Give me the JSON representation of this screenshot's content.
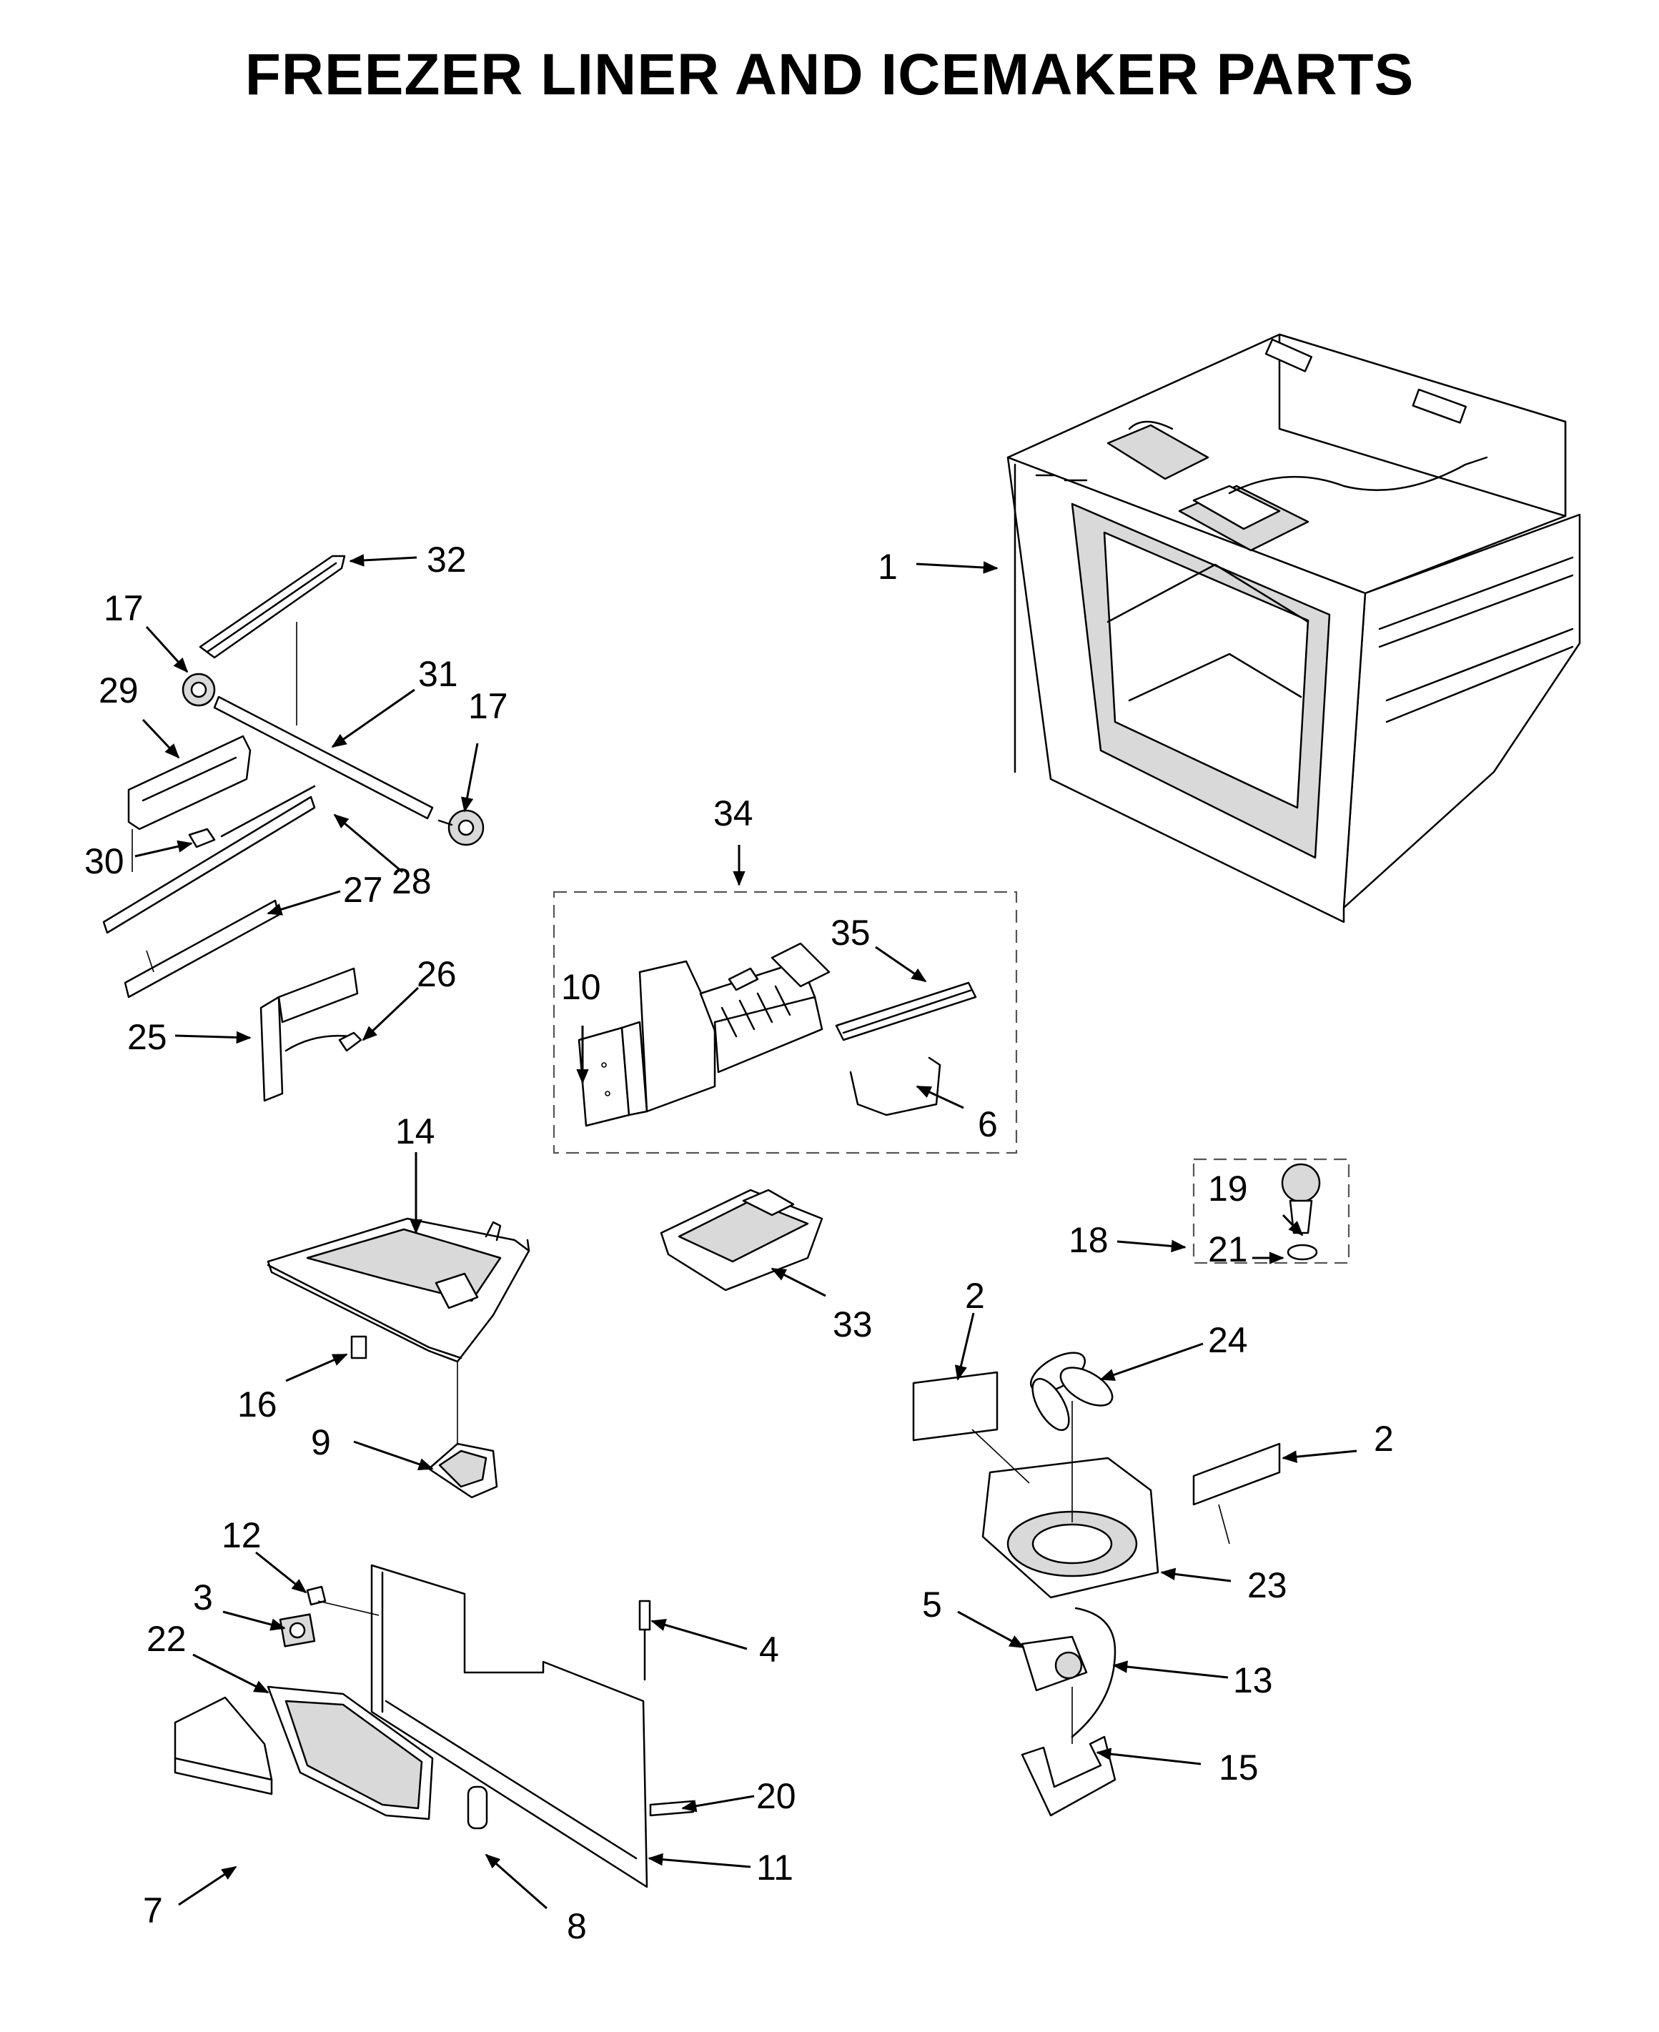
{
  "title": "FREEZER LINER AND ICEMAKER PARTS",
  "callouts": {
    "c1": "1",
    "c2a": "2",
    "c2b": "2",
    "c3": "3",
    "c4": "4",
    "c5": "5",
    "c6": "6",
    "c7": "7",
    "c8": "8",
    "c9": "9",
    "c10": "10",
    "c11": "11",
    "c12": "12",
    "c13": "13",
    "c14": "14",
    "c15": "15",
    "c16": "16",
    "c17a": "17",
    "c17b": "17",
    "c18": "18",
    "c19": "19",
    "c20": "20",
    "c21": "21",
    "c22": "22",
    "c23": "23",
    "c24": "24",
    "c25": "25",
    "c26": "26",
    "c27": "27",
    "c28": "28",
    "c29": "29",
    "c30": "30",
    "c31": "31",
    "c32": "32",
    "c33": "33",
    "c34": "34",
    "c35": "35"
  }
}
